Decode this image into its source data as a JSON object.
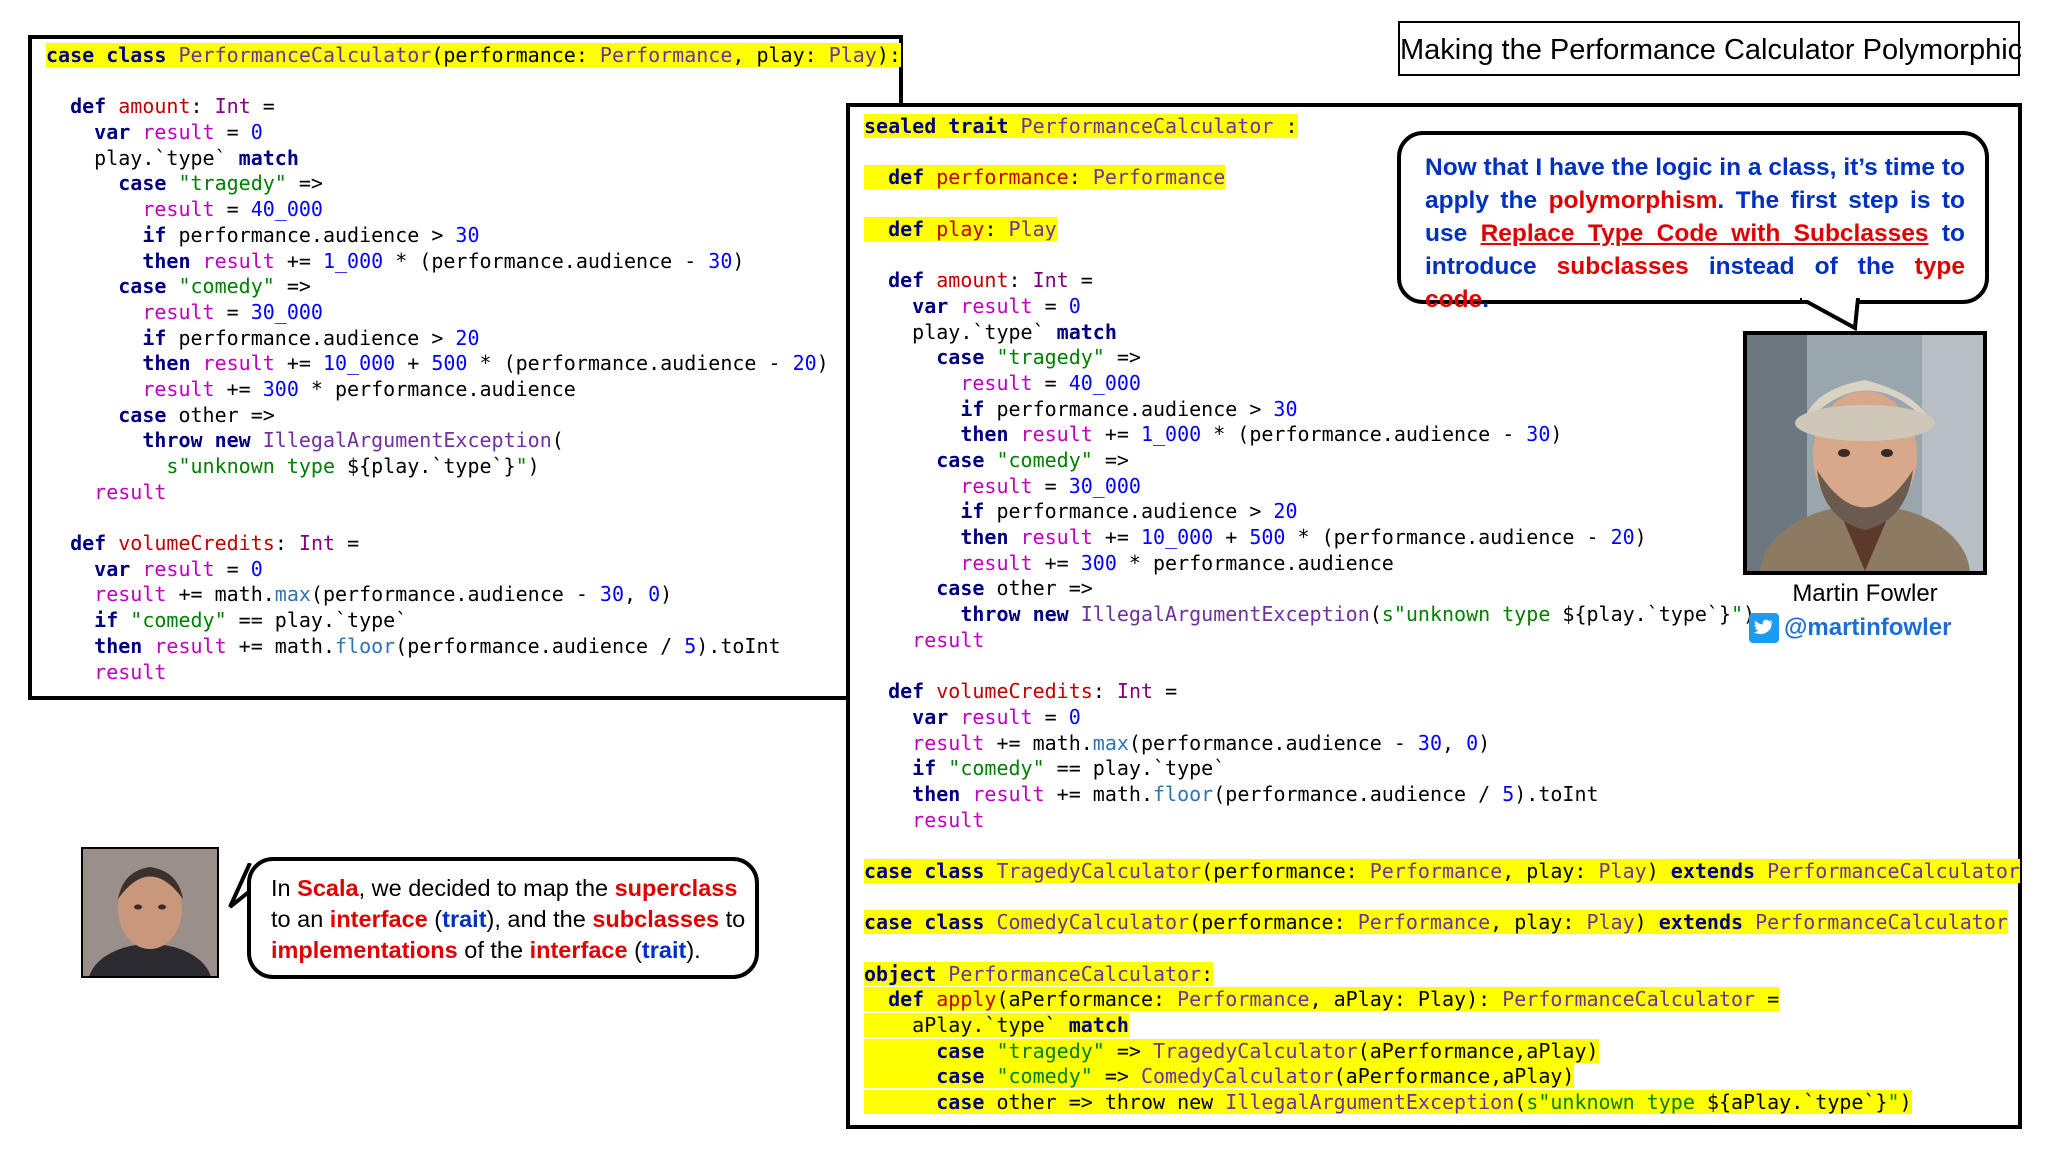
{
  "title": "Making the Performance Calculator Polymorphic",
  "left_code": {
    "lines": [
      [
        [
          "kw",
          "case class "
        ],
        [
          "ty",
          "PerformanceCalculator"
        ],
        [
          "",
          "(performance: "
        ],
        [
          "ty",
          "Performance"
        ],
        [
          "",
          ", play: "
        ],
        [
          "ty",
          "Play"
        ],
        [
          "",
          "):"
        ]
      ],
      [],
      [
        [
          "",
          "  "
        ],
        [
          "kw",
          "def "
        ],
        [
          "fn",
          "amount"
        ],
        [
          "",
          ": "
        ],
        [
          "dt",
          "Int"
        ],
        [
          "",
          " ="
        ]
      ],
      [
        [
          "",
          "    "
        ],
        [
          "kw",
          "var "
        ],
        [
          "vr",
          "result"
        ],
        [
          "",
          " = "
        ],
        [
          "nm",
          "0"
        ]
      ],
      [
        [
          "",
          "    play.`type` "
        ],
        [
          "kw",
          "match"
        ]
      ],
      [
        [
          "",
          "      "
        ],
        [
          "kw",
          "case "
        ],
        [
          "st",
          "\"tragedy\""
        ],
        [
          "",
          " =>"
        ]
      ],
      [
        [
          "",
          "        "
        ],
        [
          "vr",
          "result"
        ],
        [
          "",
          " = "
        ],
        [
          "nm",
          "40_000"
        ]
      ],
      [
        [
          "",
          "        "
        ],
        [
          "kw",
          "if "
        ],
        [
          "",
          "performance.audience > "
        ],
        [
          "nm",
          "30"
        ]
      ],
      [
        [
          "",
          "        "
        ],
        [
          "kw",
          "then "
        ],
        [
          "vr",
          "result"
        ],
        [
          "",
          " += "
        ],
        [
          "nm",
          "1_000"
        ],
        [
          "",
          " * (performance.audience - "
        ],
        [
          "nm",
          "30"
        ],
        [
          "",
          ")"
        ]
      ],
      [
        [
          "",
          "      "
        ],
        [
          "kw",
          "case "
        ],
        [
          "st",
          "\"comedy\""
        ],
        [
          "",
          " =>"
        ]
      ],
      [
        [
          "",
          "        "
        ],
        [
          "vr",
          "result"
        ],
        [
          "",
          " = "
        ],
        [
          "nm",
          "30_000"
        ]
      ],
      [
        [
          "",
          "        "
        ],
        [
          "kw",
          "if "
        ],
        [
          "",
          "performance.audience > "
        ],
        [
          "nm",
          "20"
        ]
      ],
      [
        [
          "",
          "        "
        ],
        [
          "kw",
          "then "
        ],
        [
          "vr",
          "result"
        ],
        [
          "",
          " += "
        ],
        [
          "nm",
          "10_000"
        ],
        [
          "",
          " + "
        ],
        [
          "nm",
          "500"
        ],
        [
          "",
          " * (performance.audience - "
        ],
        [
          "nm",
          "20"
        ],
        [
          "",
          ")"
        ]
      ],
      [
        [
          "",
          "        "
        ],
        [
          "vr",
          "result"
        ],
        [
          "",
          " += "
        ],
        [
          "nm",
          "300"
        ],
        [
          "",
          " * performance.audience"
        ]
      ],
      [
        [
          "",
          "      "
        ],
        [
          "kw",
          "case "
        ],
        [
          "",
          "other =>"
        ]
      ],
      [
        [
          "",
          "        "
        ],
        [
          "kw",
          "throw new "
        ],
        [
          "ty",
          "IllegalArgumentException"
        ],
        [
          "",
          "("
        ]
      ],
      [
        [
          "",
          "          "
        ],
        [
          "st",
          "s\"unknown type "
        ],
        [
          "",
          "${play.`type`}"
        ],
        [
          "st",
          "\""
        ],
        [
          "",
          ")"
        ]
      ],
      [
        [
          "",
          "    "
        ],
        [
          "vr",
          "result"
        ]
      ],
      [],
      [
        [
          "",
          "  "
        ],
        [
          "kw",
          "def "
        ],
        [
          "fn",
          "volumeCredits"
        ],
        [
          "",
          ": "
        ],
        [
          "dt",
          "Int"
        ],
        [
          "",
          " ="
        ]
      ],
      [
        [
          "",
          "    "
        ],
        [
          "kw",
          "var "
        ],
        [
          "vr",
          "result"
        ],
        [
          "",
          " = "
        ],
        [
          "nm",
          "0"
        ]
      ],
      [
        [
          "",
          "    "
        ],
        [
          "vr",
          "result"
        ],
        [
          "",
          " += math."
        ],
        [
          "m2",
          "max"
        ],
        [
          "",
          "(performance.audience - "
        ],
        [
          "nm",
          "30"
        ],
        [
          "",
          ", "
        ],
        [
          "nm",
          "0"
        ],
        [
          "",
          ")"
        ]
      ],
      [
        [
          "",
          "    "
        ],
        [
          "kw",
          "if "
        ],
        [
          "st",
          "\"comedy\""
        ],
        [
          "",
          " == play.`type`"
        ]
      ],
      [
        [
          "",
          "    "
        ],
        [
          "kw",
          "then "
        ],
        [
          "vr",
          "result"
        ],
        [
          "",
          " += math."
        ],
        [
          "m2",
          "floor"
        ],
        [
          "",
          "(performance.audience / "
        ],
        [
          "nm",
          "5"
        ],
        [
          "",
          ").toInt"
        ]
      ],
      [
        [
          "",
          "    "
        ],
        [
          "vr",
          "result"
        ]
      ]
    ],
    "highlight": [
      0
    ]
  },
  "right_code": {
    "lines": [
      [
        [
          "kw",
          "sealed trait "
        ],
        [
          "ty",
          "PerformanceCalculator"
        ],
        [
          "",
          " :"
        ]
      ],
      [],
      [
        [
          "",
          "  "
        ],
        [
          "kw",
          "def "
        ],
        [
          "fn",
          "performance"
        ],
        [
          "",
          ": "
        ],
        [
          "ty",
          "Performance"
        ]
      ],
      [],
      [
        [
          "",
          "  "
        ],
        [
          "kw",
          "def "
        ],
        [
          "fn",
          "play"
        ],
        [
          "",
          ": "
        ],
        [
          "ty",
          "Play"
        ]
      ],
      [],
      [
        [
          "",
          "  "
        ],
        [
          "kw",
          "def "
        ],
        [
          "fn",
          "amount"
        ],
        [
          "",
          ": "
        ],
        [
          "dt",
          "Int"
        ],
        [
          "",
          " ="
        ]
      ],
      [
        [
          "",
          "    "
        ],
        [
          "kw",
          "var "
        ],
        [
          "vr",
          "result"
        ],
        [
          "",
          " = "
        ],
        [
          "nm",
          "0"
        ]
      ],
      [
        [
          "",
          "    play.`type` "
        ],
        [
          "kw",
          "match"
        ]
      ],
      [
        [
          "",
          "      "
        ],
        [
          "kw",
          "case "
        ],
        [
          "st",
          "\"tragedy\""
        ],
        [
          "",
          " =>"
        ]
      ],
      [
        [
          "",
          "        "
        ],
        [
          "vr",
          "result"
        ],
        [
          "",
          " = "
        ],
        [
          "nm",
          "40_000"
        ]
      ],
      [
        [
          "",
          "        "
        ],
        [
          "kw",
          "if "
        ],
        [
          "",
          "performance.audience > "
        ],
        [
          "nm",
          "30"
        ]
      ],
      [
        [
          "",
          "        "
        ],
        [
          "kw",
          "then "
        ],
        [
          "vr",
          "result"
        ],
        [
          "",
          " += "
        ],
        [
          "nm",
          "1_000"
        ],
        [
          "",
          " * (performance.audience - "
        ],
        [
          "nm",
          "30"
        ],
        [
          "",
          ")"
        ]
      ],
      [
        [
          "",
          "      "
        ],
        [
          "kw",
          "case "
        ],
        [
          "st",
          "\"comedy\""
        ],
        [
          "",
          " =>"
        ]
      ],
      [
        [
          "",
          "        "
        ],
        [
          "vr",
          "result"
        ],
        [
          "",
          " = "
        ],
        [
          "nm",
          "30_000"
        ]
      ],
      [
        [
          "",
          "        "
        ],
        [
          "kw",
          "if "
        ],
        [
          "",
          "performance.audience > "
        ],
        [
          "nm",
          "20"
        ]
      ],
      [
        [
          "",
          "        "
        ],
        [
          "kw",
          "then "
        ],
        [
          "vr",
          "result"
        ],
        [
          "",
          " += "
        ],
        [
          "nm",
          "10_000"
        ],
        [
          "",
          " + "
        ],
        [
          "nm",
          "500"
        ],
        [
          "",
          " * (performance.audience - "
        ],
        [
          "nm",
          "20"
        ],
        [
          "",
          ")"
        ]
      ],
      [
        [
          "",
          "        "
        ],
        [
          "vr",
          "result"
        ],
        [
          "",
          " += "
        ],
        [
          "nm",
          "300"
        ],
        [
          "",
          " * performance.audience"
        ]
      ],
      [
        [
          "",
          "      "
        ],
        [
          "kw",
          "case "
        ],
        [
          "",
          "other =>"
        ]
      ],
      [
        [
          "",
          "        "
        ],
        [
          "kw",
          "throw new "
        ],
        [
          "ty",
          "IllegalArgumentException"
        ],
        [
          "",
          "("
        ],
        [
          "st",
          "s\"unknown type "
        ],
        [
          "",
          "${play.`type`}"
        ],
        [
          "st",
          "\""
        ],
        [
          "",
          ")"
        ]
      ],
      [
        [
          "",
          "    "
        ],
        [
          "vr",
          "result"
        ]
      ],
      [],
      [
        [
          "",
          "  "
        ],
        [
          "kw",
          "def "
        ],
        [
          "fn",
          "volumeCredits"
        ],
        [
          "",
          ": "
        ],
        [
          "dt",
          "Int"
        ],
        [
          "",
          " ="
        ]
      ],
      [
        [
          "",
          "    "
        ],
        [
          "kw",
          "var "
        ],
        [
          "vr",
          "result"
        ],
        [
          "",
          " = "
        ],
        [
          "nm",
          "0"
        ]
      ],
      [
        [
          "",
          "    "
        ],
        [
          "vr",
          "result"
        ],
        [
          "",
          " += math."
        ],
        [
          "m2",
          "max"
        ],
        [
          "",
          "(performance.audience - "
        ],
        [
          "nm",
          "30"
        ],
        [
          "",
          ", "
        ],
        [
          "nm",
          "0"
        ],
        [
          "",
          ")"
        ]
      ],
      [
        [
          "",
          "    "
        ],
        [
          "kw",
          "if "
        ],
        [
          "st",
          "\"comedy\""
        ],
        [
          "",
          " == play.`type`"
        ]
      ],
      [
        [
          "",
          "    "
        ],
        [
          "kw",
          "then "
        ],
        [
          "vr",
          "result"
        ],
        [
          "",
          " += math."
        ],
        [
          "m2",
          "floor"
        ],
        [
          "",
          "(performance.audience / "
        ],
        [
          "nm",
          "5"
        ],
        [
          "",
          ").toInt"
        ]
      ],
      [
        [
          "",
          "    "
        ],
        [
          "vr",
          "result"
        ]
      ],
      [],
      [
        [
          "kw",
          "case class "
        ],
        [
          "ty",
          "TragedyCalculator"
        ],
        [
          "",
          "(performance: "
        ],
        [
          "ty",
          "Performance"
        ],
        [
          "",
          ", play: "
        ],
        [
          "ty",
          "Play"
        ],
        [
          "",
          ") "
        ],
        [
          "kw",
          "extends "
        ],
        [
          "ty",
          "PerformanceCalculator"
        ]
      ],
      [],
      [
        [
          "kw",
          "case class "
        ],
        [
          "ty",
          "ComedyCalculator"
        ],
        [
          "",
          "(performance: "
        ],
        [
          "ty",
          "Performance"
        ],
        [
          "",
          ", play: "
        ],
        [
          "ty",
          "Play"
        ],
        [
          "",
          ") "
        ],
        [
          "kw",
          "extends "
        ],
        [
          "ty",
          "PerformanceCalculator"
        ]
      ],
      [],
      [
        [
          "kw",
          "object "
        ],
        [
          "ty",
          "PerformanceCalculator"
        ],
        [
          "",
          ":"
        ]
      ],
      [
        [
          "",
          "  "
        ],
        [
          "kw",
          "def "
        ],
        [
          "fn",
          "apply"
        ],
        [
          "",
          "(aPerformance: "
        ],
        [
          "ty",
          "Performance"
        ],
        [
          "",
          ", aPlay: Play): "
        ],
        [
          "ty",
          "PerformanceCalculator"
        ],
        [
          "",
          " ="
        ]
      ],
      [
        [
          "",
          "    aPlay.`type` "
        ],
        [
          "kw",
          "match"
        ]
      ],
      [
        [
          "",
          "      "
        ],
        [
          "kw",
          "case "
        ],
        [
          "st",
          "\"tragedy\""
        ],
        [
          "",
          " => "
        ],
        [
          "ty",
          "TragedyCalculator"
        ],
        [
          "",
          "(aPerformance,aPlay)"
        ]
      ],
      [
        [
          "",
          "      "
        ],
        [
          "kw",
          "case "
        ],
        [
          "st",
          "\"comedy\""
        ],
        [
          "",
          " => "
        ],
        [
          "ty",
          "ComedyCalculator"
        ],
        [
          "",
          "(aPerformance,aPlay)"
        ]
      ],
      [
        [
          "",
          "      "
        ],
        [
          "kw",
          "case "
        ],
        [
          "",
          "other => throw new "
        ],
        [
          "ty",
          "IllegalArgumentException"
        ],
        [
          "",
          "("
        ],
        [
          "st",
          "s\"unknown type "
        ],
        [
          "",
          "${aPlay.`type`}"
        ],
        [
          "st",
          "\""
        ],
        [
          "",
          ")"
        ]
      ]
    ],
    "highlight": [
      0,
      2,
      4,
      29,
      31,
      33,
      34,
      35,
      36,
      37,
      38
    ]
  },
  "fowler_bubble": [
    [
      "blue",
      "Now that I have the logic in a class, it’s time to apply the "
    ],
    [
      "red",
      "polymorphism"
    ],
    [
      "blue",
      ". The first step is to use "
    ],
    [
      "link",
      "Replace Type Code with Subclasses"
    ],
    [
      "blue",
      " to introduce "
    ],
    [
      "red",
      "subclasses"
    ],
    [
      "blue",
      " instead of the "
    ],
    [
      "red",
      "type code"
    ],
    [
      "blue",
      "."
    ]
  ],
  "author": {
    "name": "Martin Fowler",
    "handle": "@martinfowler"
  },
  "scala_bubble": [
    [
      "",
      "In "
    ],
    [
      "red",
      "Scala"
    ],
    [
      "",
      ", we decided to map the "
    ],
    [
      "red",
      "superclass"
    ],
    [
      "",
      ""
    ],
    [
      "br",
      ""
    ],
    [
      "",
      "to an "
    ],
    [
      "red",
      "interface"
    ],
    [
      "",
      " ("
    ],
    [
      "blue",
      "trait"
    ],
    [
      "",
      "), and the "
    ],
    [
      "red",
      "subclasses"
    ],
    [
      "",
      " to"
    ],
    [
      "br",
      ""
    ],
    [
      "red",
      "implementations"
    ],
    [
      "",
      " of the "
    ],
    [
      "red",
      "interface"
    ],
    [
      "",
      " ("
    ],
    [
      "blue",
      "trait"
    ],
    [
      "",
      ")."
    ]
  ],
  "colors": {
    "highlight": "#ffff00",
    "keyword": "#000080",
    "type": "#7030a0",
    "red_text": "#e00000",
    "blue_text": "#0030c0",
    "twitter": "#1d9bf0"
  }
}
